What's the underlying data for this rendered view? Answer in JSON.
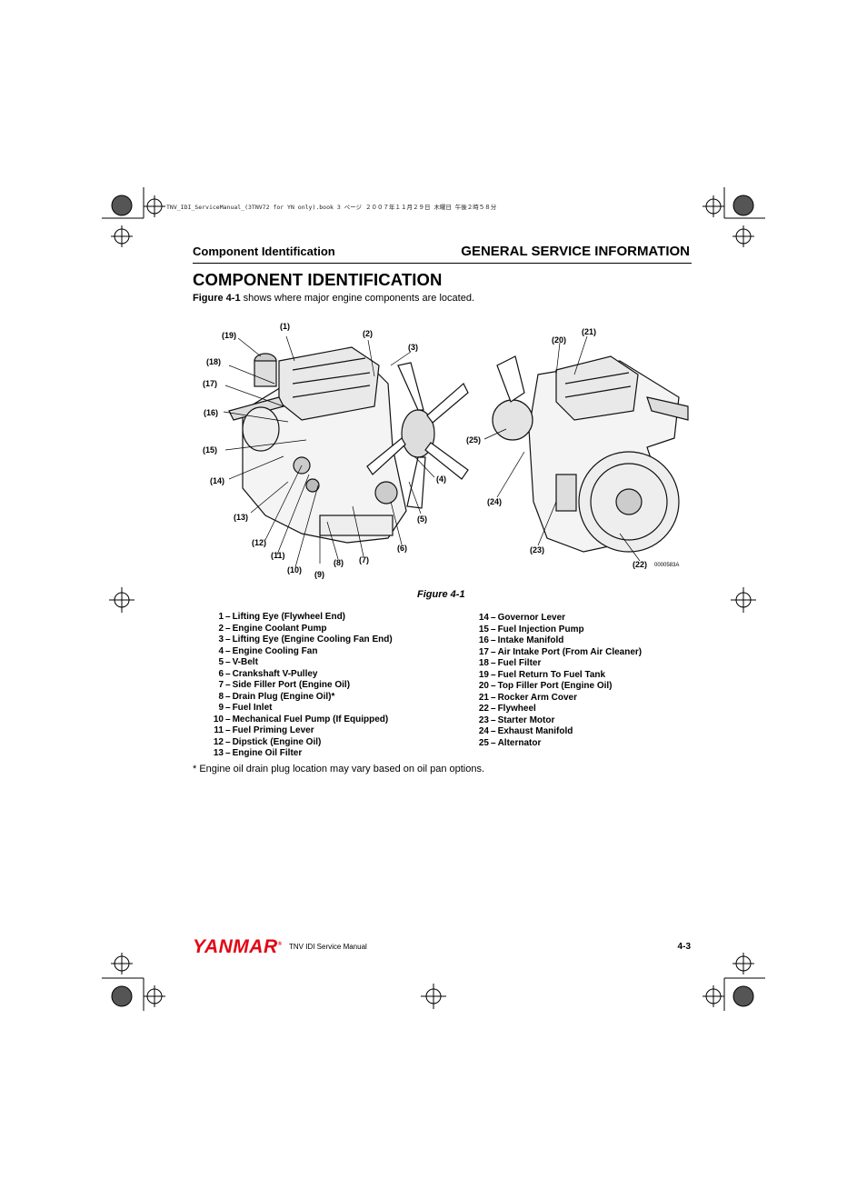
{
  "print_header": "TNV_IDI_ServiceManual_(3TNV72 for YN only).book  3 ページ  ２００７年１１月２９日  木曜日  午後２時５８分",
  "header": {
    "section_left": "Component Identification",
    "section_right": "GENERAL SERVICE INFORMATION"
  },
  "page_title": "COMPONENT IDENTIFICATION",
  "intro": {
    "figure_ref": "Figure 4-1",
    "text": " shows where major engine components are located."
  },
  "figure": {
    "caption": "Figure 4-1",
    "code": "0000583A",
    "callouts_left": [
      "(1)",
      "(2)",
      "(3)",
      "(4)",
      "(5)",
      "(6)",
      "(7)",
      "(8)",
      "(9)",
      "(10)",
      "(11)",
      "(12)",
      "(13)",
      "(14)",
      "(15)",
      "(16)",
      "(17)",
      "(18)",
      "(19)"
    ],
    "callouts_right": [
      "(20)",
      "(21)",
      "(22)",
      "(23)",
      "(24)",
      "(25)"
    ]
  },
  "legend_left": [
    {
      "num": "1",
      "label": "Lifting Eye (Flywheel End)"
    },
    {
      "num": "2",
      "label": "Engine Coolant Pump"
    },
    {
      "num": "3",
      "label": "Lifting Eye (Engine Cooling Fan End)"
    },
    {
      "num": "4",
      "label": "Engine Cooling Fan"
    },
    {
      "num": "5",
      "label": "V-Belt"
    },
    {
      "num": "6",
      "label": "Crankshaft V-Pulley"
    },
    {
      "num": "7",
      "label": "Side Filler Port (Engine Oil)"
    },
    {
      "num": "8",
      "label": "Drain Plug (Engine Oil)*"
    },
    {
      "num": "9",
      "label": "Fuel Inlet"
    },
    {
      "num": "10",
      "label": "Mechanical Fuel Pump (If Equipped)"
    },
    {
      "num": "11",
      "label": "Fuel Priming Lever"
    },
    {
      "num": "12",
      "label": "Dipstick (Engine Oil)"
    },
    {
      "num": "13",
      "label": "Engine Oil Filter"
    }
  ],
  "legend_right": [
    {
      "num": "14",
      "label": "Governor Lever"
    },
    {
      "num": "15",
      "label": "Fuel Injection Pump"
    },
    {
      "num": "16",
      "label": "Intake Manifold"
    },
    {
      "num": "17",
      "label": "Air Intake Port (From Air Cleaner)"
    },
    {
      "num": "18",
      "label": "Fuel Filter"
    },
    {
      "num": "19",
      "label": "Fuel Return To Fuel Tank"
    },
    {
      "num": "20",
      "label": "Top Filler Port (Engine Oil)"
    },
    {
      "num": "21",
      "label": "Rocker Arm Cover"
    },
    {
      "num": "22",
      "label": "Flywheel"
    },
    {
      "num": "23",
      "label": "Starter Motor"
    },
    {
      "num": "24",
      "label": "Exhaust Manifold"
    },
    {
      "num": "25",
      "label": "Alternator"
    }
  ],
  "footnote": "* Engine oil drain plug location may vary based on oil pan options.",
  "footer": {
    "brand": "YANMAR",
    "brand_mark": "®",
    "manual_title": "TNV IDI Service Manual",
    "page_number": "4-3"
  },
  "colors": {
    "brand_red": "#e30613",
    "text": "#000000"
  }
}
